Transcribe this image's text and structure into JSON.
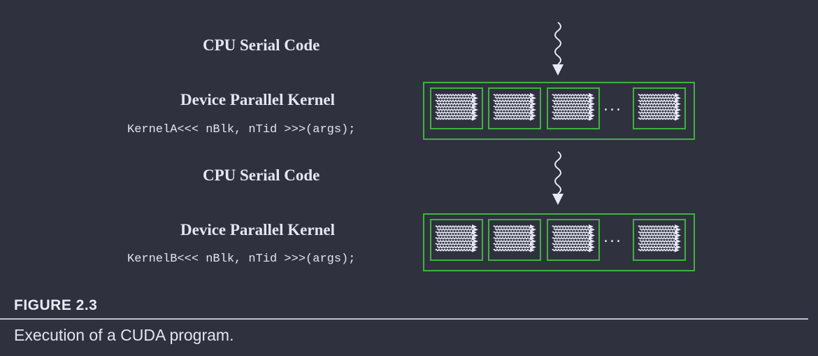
{
  "diagram": {
    "label_serial_1": "CPU Serial Code",
    "label_kernel_1": "Device Parallel Kernel",
    "code_kernel_1": "KernelA<<< nBlk, nTid >>>(args);",
    "label_serial_2": "CPU Serial Code",
    "label_kernel_2": "Device Parallel Kernel",
    "code_kernel_2": "KernelB<<< nBlk, nTid >>>(args);",
    "ellipsis": "...",
    "colors": {
      "background": "#30313f",
      "kernel_border": "#3fb23f",
      "thread_arrows": "#e8eaf6",
      "text": "#e4e6f2"
    }
  },
  "figure": {
    "title": "FIGURE 2.3",
    "caption": "Execution of a CUDA program."
  }
}
